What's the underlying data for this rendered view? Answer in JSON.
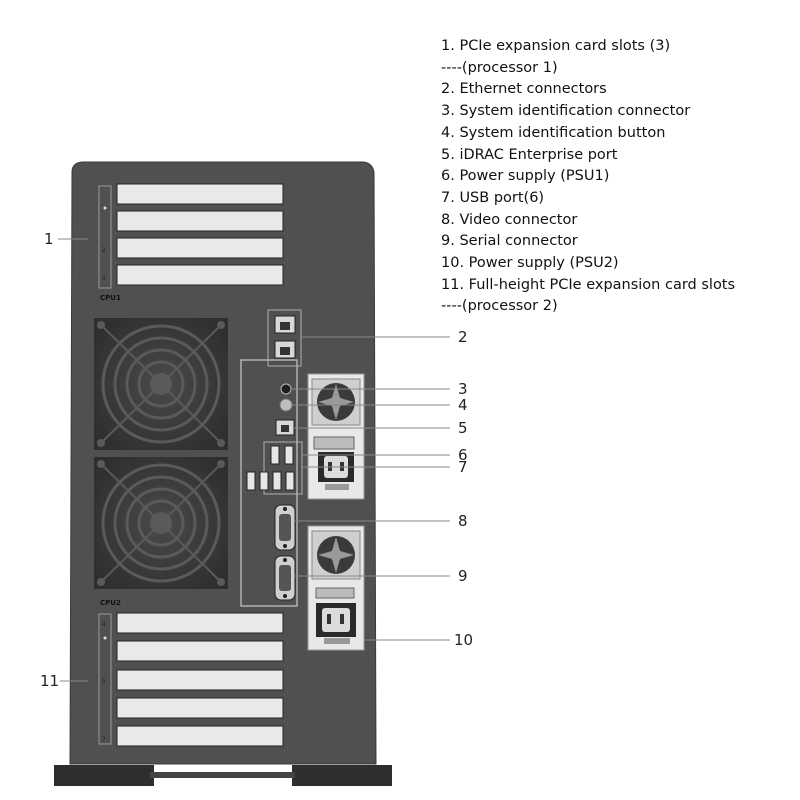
{
  "legend": [
    "1. PCIe expansion card slots (3)",
    "----(processor 1)",
    "2. Ethernet connectors",
    "3. System identification connector",
    "4. System identification button",
    "5. iDRAC Enterprise port",
    "6. Power supply (PSU1)",
    "7. USB port(6)",
    "8. Video connector",
    "9. Serial connector",
    "10. Power supply (PSU2)",
    "11.  Full-height PCIe expansion card slots",
    "----(processor 2)"
  ],
  "callouts": {
    "c1": "1",
    "c2": "2",
    "c3": "3",
    "c4": "4",
    "c5": "5",
    "c6": "6",
    "c7": "7",
    "c8": "8",
    "c9": "9",
    "c10": "10",
    "c11": "11"
  },
  "labels": {
    "cpu1": "CPU1",
    "cpu2": "CPU2"
  },
  "slot_numbers": {
    "top": [
      "",
      "2",
      "3"
    ],
    "bottom": [
      "4",
      "",
      "5",
      "",
      "7"
    ]
  },
  "colors": {
    "chassis": "#505050",
    "chassis_dark": "#3c3c3c",
    "fan": "#3a3a3a",
    "slot_fill": "#e9e9e9"
  }
}
